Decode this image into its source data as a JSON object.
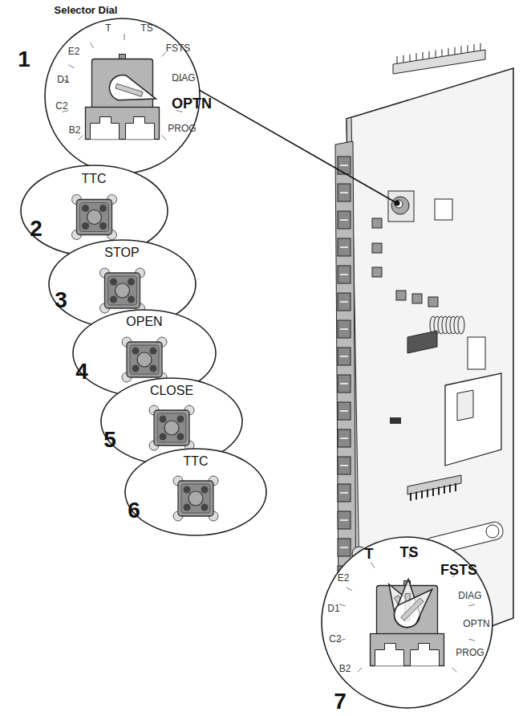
{
  "diagram": {
    "nodes": [
      {
        "text": [
          "Selector Dial",
          "1",
          "E2",
          "T",
          "TS",
          "FSTS",
          "DIAG",
          "OPTN",
          "PROG",
          "B2",
          "C2",
          "D1"
        ]
      },
      {
        "text": [
          "TTC",
          "2"
        ]
      },
      {
        "text": [
          "STOP",
          "3"
        ]
      },
      {
        "text": [
          "OPEN",
          "4"
        ]
      },
      {
        "text": [
          "CLOSE",
          "5"
        ]
      },
      {
        "text": [
          "TTC",
          "6"
        ]
      },
      {
        "text": [
          "T",
          "TS",
          "FSTS",
          "E2",
          "D1",
          "C2",
          "B2",
          "DIAG",
          "OPTN",
          "PROG",
          "7"
        ]
      }
    ]
  }
}
